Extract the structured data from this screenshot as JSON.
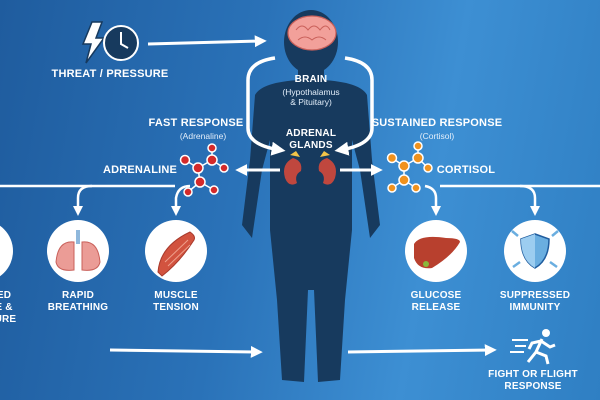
{
  "colors": {
    "background": "#2a72b8",
    "silhouette": "#173a5e",
    "adrenaline": "#d42a2a",
    "cortisol": "#f0921e",
    "arrows": "#ffffff"
  },
  "trigger": {
    "label": "THREAT / PRESSURE",
    "icons": [
      "lightning-icon",
      "clock-icon"
    ]
  },
  "brain": {
    "title": "BRAIN",
    "subtitle_line1": "(Hypothalamus",
    "subtitle_line2": "& Pituitary)"
  },
  "adrenal": {
    "line1": "ADRENAL",
    "line2": "GLANDS"
  },
  "fast": {
    "title": "FAST RESPONSE",
    "subtitle": "(Adrenaline)",
    "hormone": "ADRENALINE"
  },
  "sustained": {
    "title": "SUSTAINED RESPONSE",
    "subtitle": "(Cortisol)",
    "hormone": "CORTISOL"
  },
  "effects": [
    {
      "line1": "ED",
      "line2": "E &",
      "line3": "SURE",
      "icon": "heart-icon"
    },
    {
      "line1": "RAPID",
      "line2": "BREATHING",
      "icon": "lungs-icon"
    },
    {
      "line1": "MUSCLE",
      "line2": "TENSION",
      "icon": "muscle-icon"
    },
    {
      "line1": "GLUCOSE",
      "line2": "RELEASE",
      "icon": "liver-icon"
    },
    {
      "line1": "SUPPRESSED",
      "line2": "IMMUNITY",
      "icon": "shield-icon"
    }
  ],
  "outcome": {
    "line1": "FIGHT OR FLIGHT",
    "line2": "RESPONSE",
    "icon": "running-person-icon"
  }
}
